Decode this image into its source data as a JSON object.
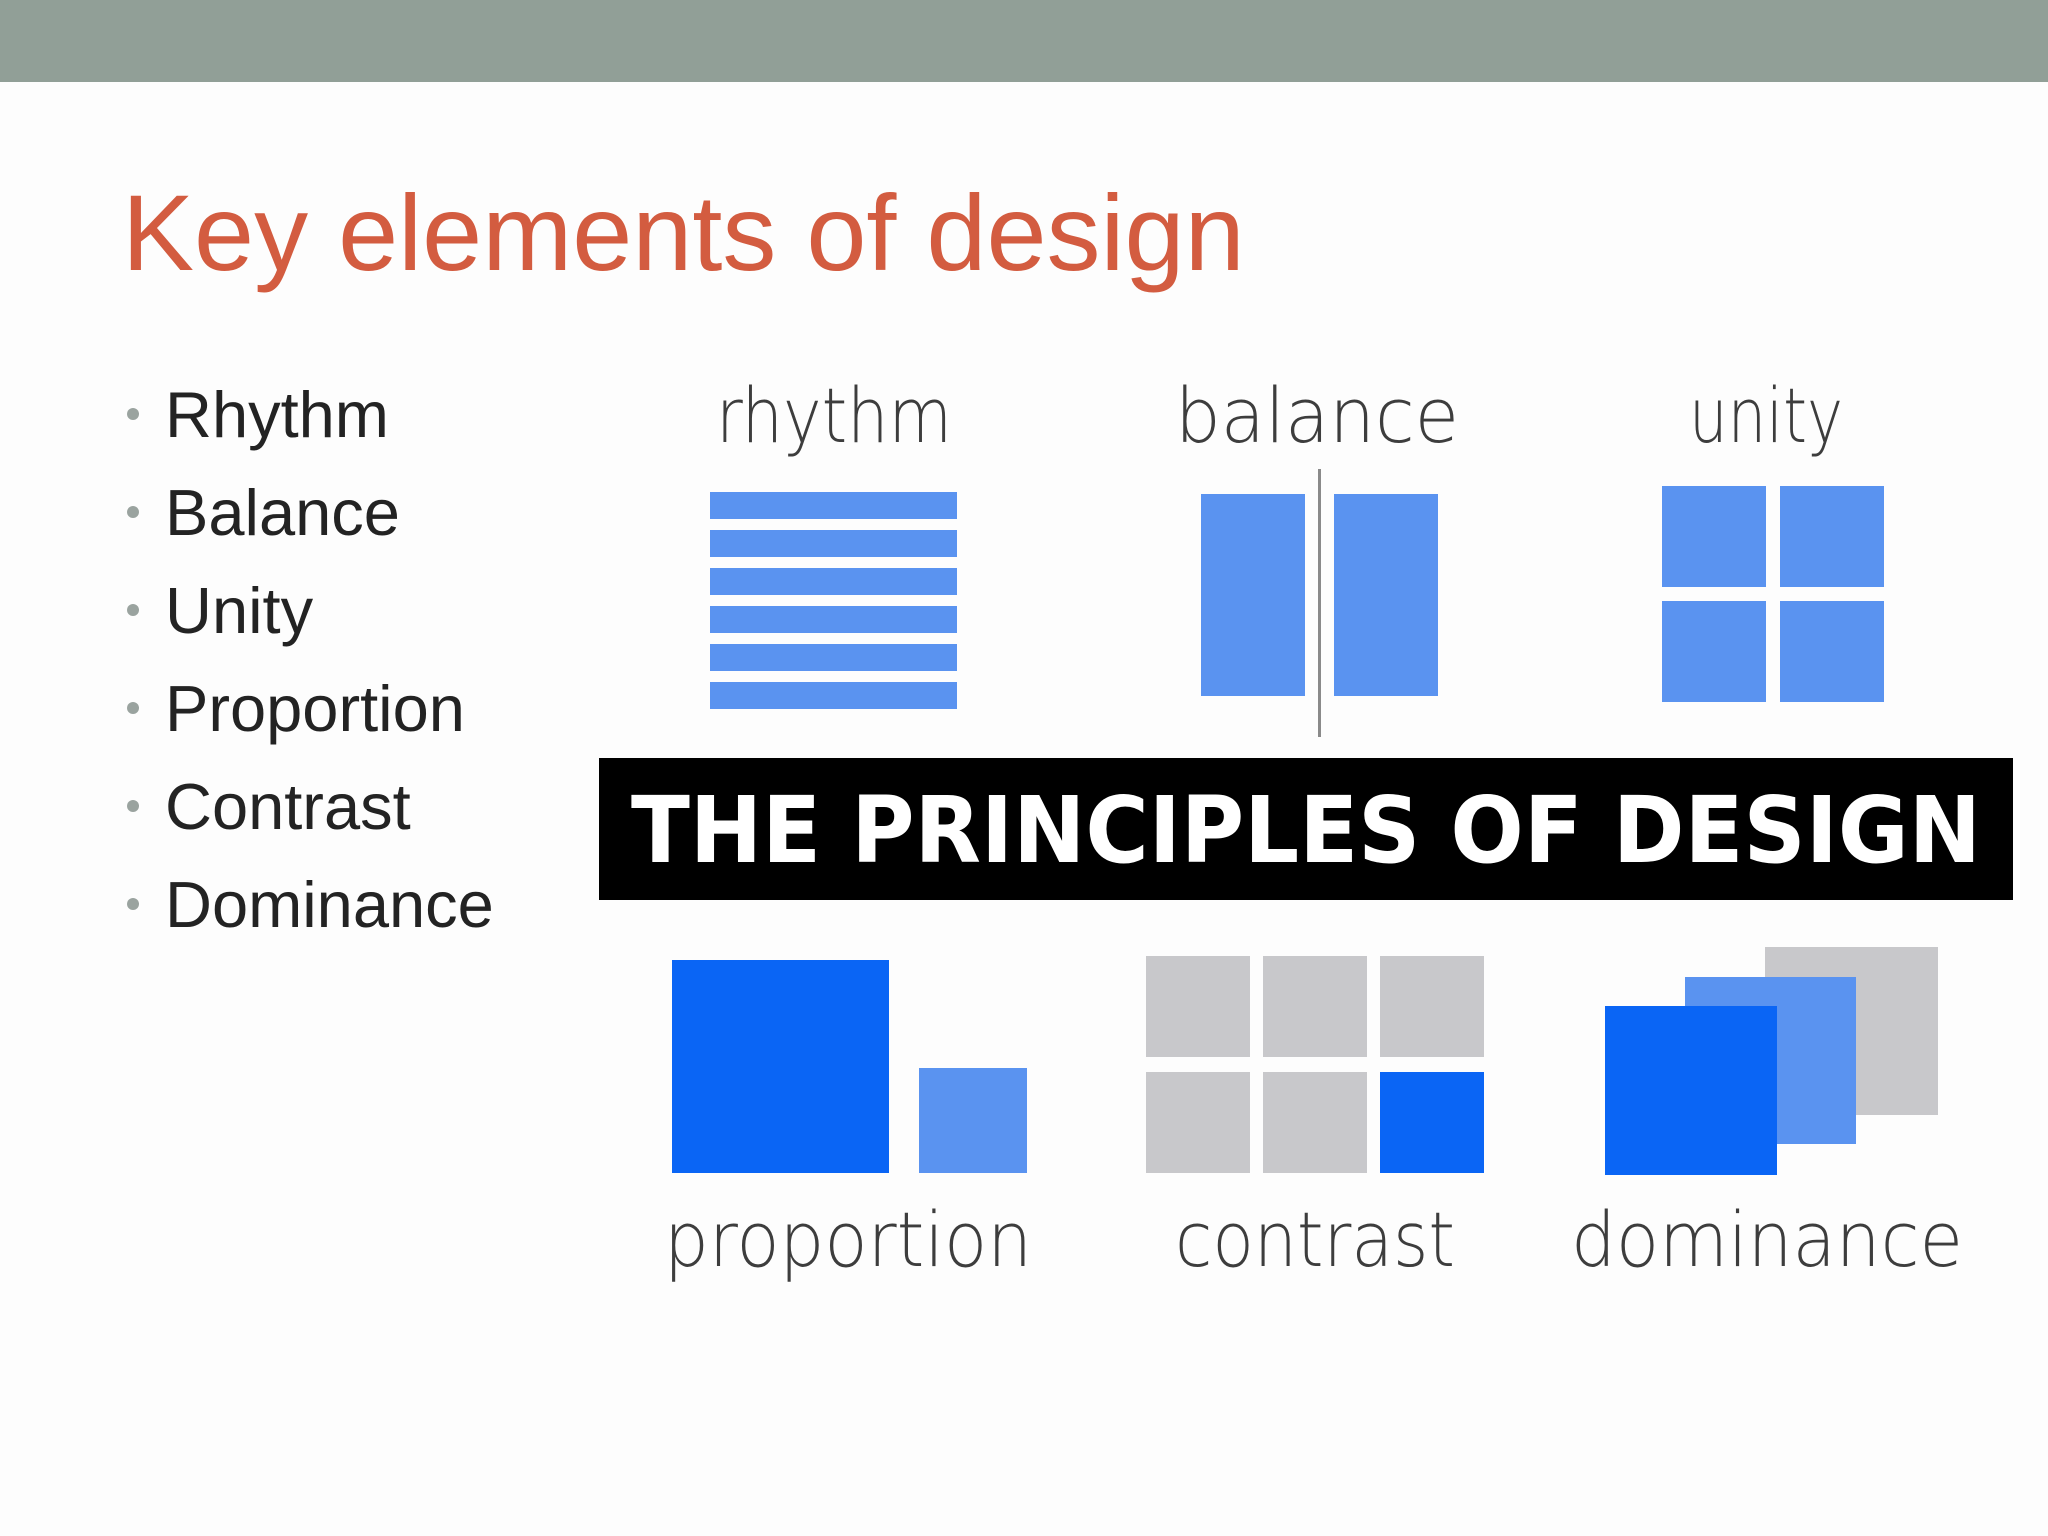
{
  "slide": {
    "title": "Key elements of design",
    "bullets": [
      "Rhythm",
      "Balance",
      "Unity",
      "Proportion",
      "Contrast",
      "Dominance"
    ]
  },
  "infographic": {
    "banner": "THE PRINCIPLES OF DESIGN",
    "top_labels": [
      "rhythm",
      "balance",
      "unity"
    ],
    "bottom_labels": [
      "proportion",
      "contrast",
      "dominance"
    ],
    "icons": [
      "rhythm-stripes-icon",
      "balance-split-icon",
      "unity-grid-icon",
      "proportion-squares-icon",
      "contrast-grid-icon",
      "dominance-stack-icon"
    ]
  },
  "colors": {
    "header_bar": "#919f97",
    "title": "#d35c40",
    "bullet_text": "#232323",
    "bullet_dot": "#9aa39f",
    "blue_light": "#5a93f0",
    "blue_bright": "#0a65f5",
    "gray_tile": "#c8c8cb",
    "banner_bg": "#000000"
  }
}
